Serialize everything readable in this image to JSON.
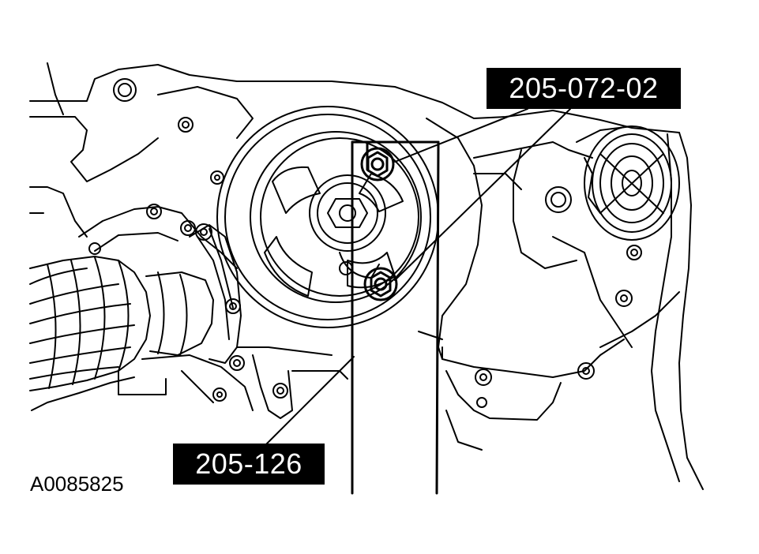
{
  "labels": {
    "tool_top": "205-072-02",
    "tool_bottom": "205-126",
    "figure_id": "A0085825"
  },
  "colors": {
    "ink": "#000000",
    "paper": "#ffffff"
  }
}
